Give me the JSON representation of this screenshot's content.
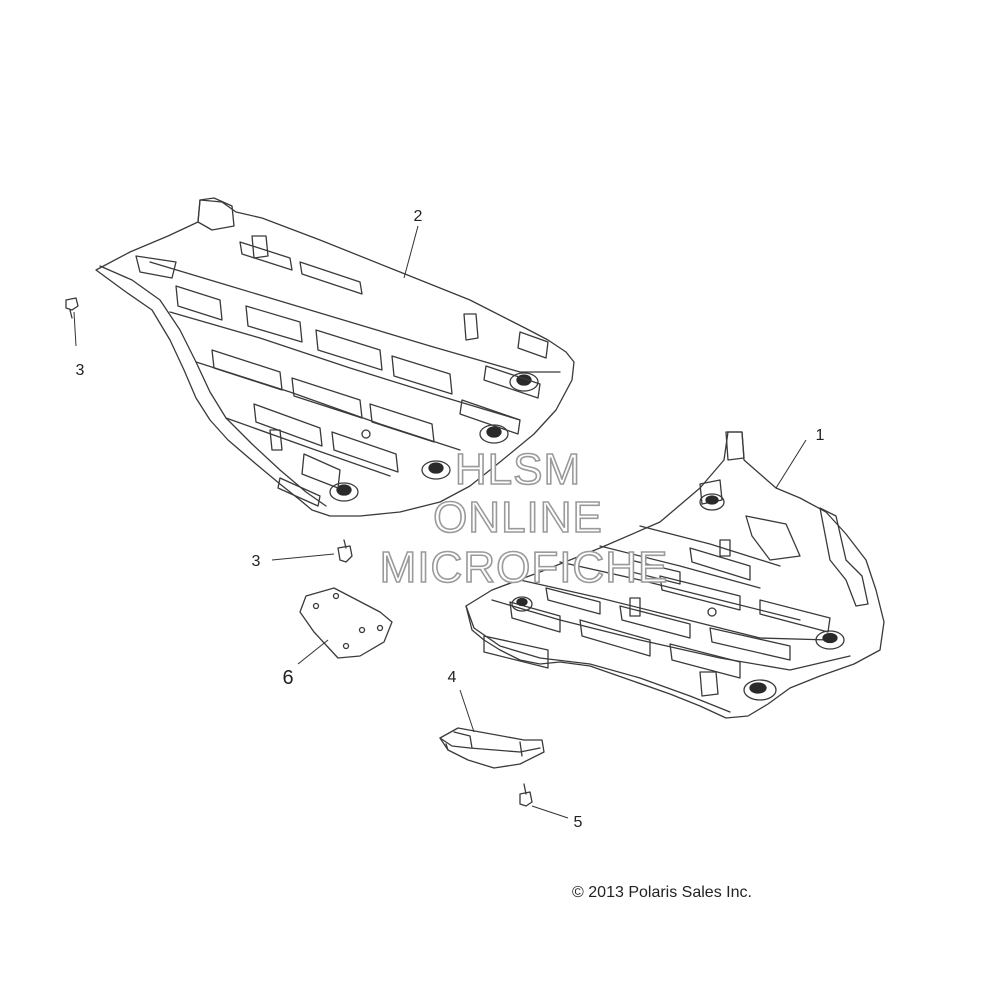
{
  "diagram": {
    "callouts": [
      {
        "id": "c1",
        "label": "1"
      },
      {
        "id": "c2",
        "label": "2"
      },
      {
        "id": "c3a",
        "label": "3"
      },
      {
        "id": "c3b",
        "label": "3"
      },
      {
        "id": "c4",
        "label": "4"
      },
      {
        "id": "c5",
        "label": "5"
      },
      {
        "id": "c6",
        "label": "6"
      }
    ],
    "watermark": {
      "line1": "HLSM",
      "line2": "ONLINE",
      "line3": "MICROFICHE"
    },
    "copyright": "© 2013 Polaris Sales Inc."
  }
}
